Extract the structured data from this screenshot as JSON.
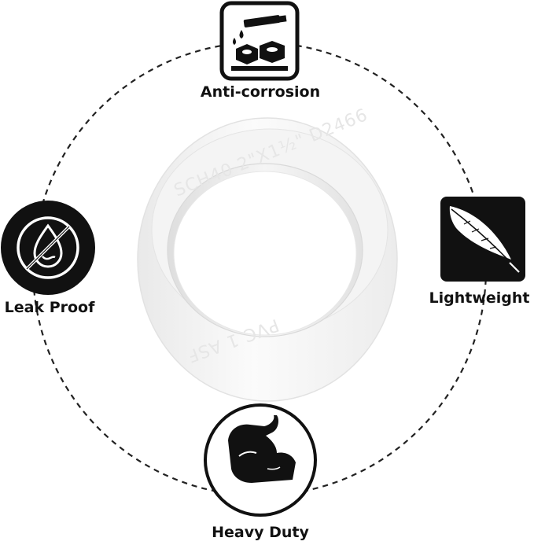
{
  "features": {
    "anti_corrosion": {
      "label": "Anti-corrosion",
      "icon": "corrosion-icon"
    },
    "leak_proof": {
      "label": "Leak Proof",
      "icon": "no-water-drop-icon"
    },
    "lightweight": {
      "label": "Lightweight",
      "icon": "feather-icon"
    },
    "heavy_duty": {
      "label": "Heavy Duty",
      "icon": "flexed-arm-icon"
    }
  },
  "product": {
    "marking_top": "SCH40 2\"X1½\"  D2466",
    "marking_bottom": "PVC 1   ASF"
  },
  "colors": {
    "icon_dark": "#111111",
    "ring_line": "#222222",
    "fitting_white": "#f7f7f7"
  }
}
